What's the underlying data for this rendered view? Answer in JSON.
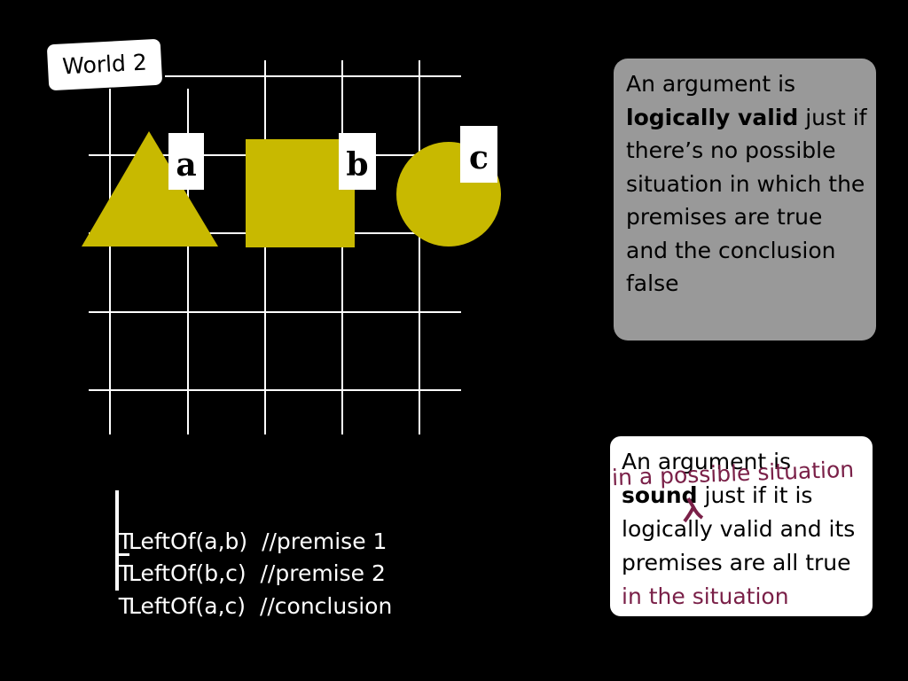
{
  "world": {
    "label": "World 2"
  },
  "objects": {
    "a": {
      "label": "a",
      "shape": "triangle"
    },
    "b": {
      "label": "b",
      "shape": "square"
    },
    "c": {
      "label": "c",
      "shape": "circle"
    }
  },
  "colors": {
    "shape_fill": "#c8b900",
    "grid_line": "#ffffff",
    "accent": "#7a2048",
    "valid_box": "#999999"
  },
  "proof": {
    "rows": [
      {
        "truth": "T",
        "statement": "LeftOf(a,b)",
        "comment": "//premise 1"
      },
      {
        "truth": "T",
        "statement": "LeftOf(b,c)",
        "comment": "//premise 2"
      },
      {
        "truth": "T",
        "statement": "LeftOf(a,c)",
        "comment": "//conclusion"
      }
    ]
  },
  "valid_box": {
    "pre": "An argument is ",
    "bold": "logically valid",
    "post": " just if there’s no possible situation in which the premises are true and the conclusion false"
  },
  "sound_box": {
    "pre": "An argument is ",
    "bold": "sound",
    "mid": " just if it is logically valid and its premises are all true ",
    "accent": "in the situation",
    "handnote": "in a possible situation"
  }
}
